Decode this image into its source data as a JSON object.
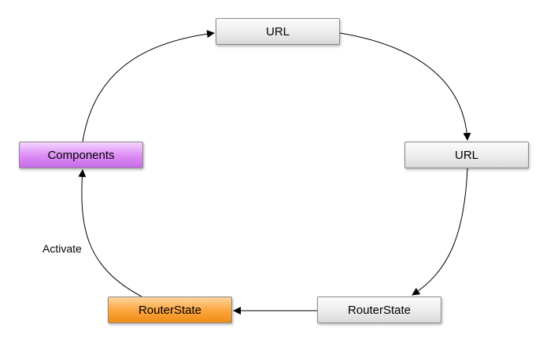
{
  "diagram": {
    "nodes": [
      {
        "id": "url-top",
        "label": "URL",
        "color": "#e6e6e6"
      },
      {
        "id": "url-right",
        "label": "URL",
        "color": "#e6e6e6"
      },
      {
        "id": "routerstate-right",
        "label": "RouterState",
        "color": "#e6e6e6"
      },
      {
        "id": "routerstate-left",
        "label": "RouterState",
        "color": "#fba43c"
      },
      {
        "id": "components",
        "label": "Components",
        "color": "#dc8cf6"
      }
    ],
    "edges": [
      {
        "from": "url-top",
        "to": "url-right",
        "label": ""
      },
      {
        "from": "url-right",
        "to": "routerstate-right",
        "label": ""
      },
      {
        "from": "routerstate-right",
        "to": "routerstate-left",
        "label": ""
      },
      {
        "from": "routerstate-left",
        "to": "components",
        "label": "Activate"
      },
      {
        "from": "components",
        "to": "url-top",
        "label": ""
      }
    ]
  }
}
